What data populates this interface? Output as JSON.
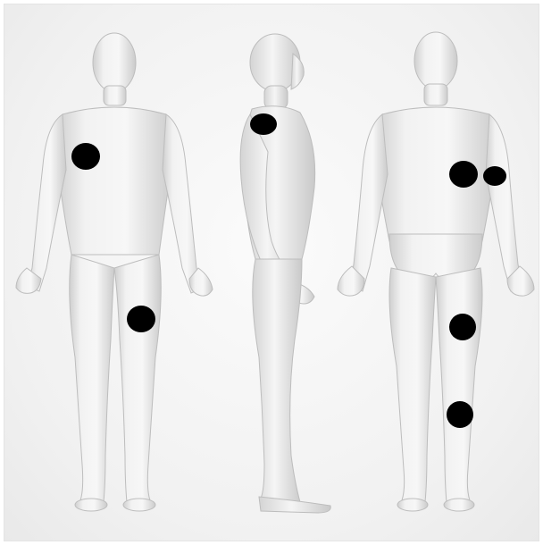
{
  "diagram": {
    "figures": [
      {
        "view": "front",
        "marker_count": 2
      },
      {
        "view": "side",
        "marker_count": 1
      },
      {
        "view": "back",
        "marker_count": 4
      }
    ],
    "marker_color": "#000000",
    "body_color": "#e8e8e8",
    "background_color": "#f3f3f3"
  }
}
